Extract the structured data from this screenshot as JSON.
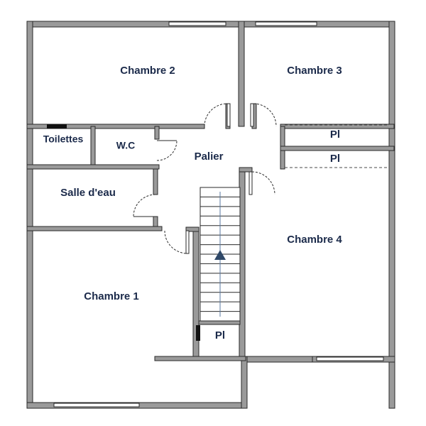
{
  "colors": {
    "wall_fill": "#9a9a9a",
    "wall_stroke": "#2a2a2a",
    "label": "#1b2a4a",
    "stair_arrow": "#2f4868",
    "background": "#ffffff"
  },
  "rooms": {
    "chambre_2": "Chambre 2",
    "chambre_3": "Chambre 3",
    "chambre_4": "Chambre 4",
    "chambre_1": "Chambre 1",
    "toilettes": "Toilettes",
    "wc": "W.C",
    "salle_deau": "Salle d'eau",
    "palier": "Palier",
    "placard_1": "Pl",
    "placard_2": "Pl",
    "placard_3": "Pl"
  },
  "icons": {
    "stair_arrow": "up-arrow-icon"
  }
}
